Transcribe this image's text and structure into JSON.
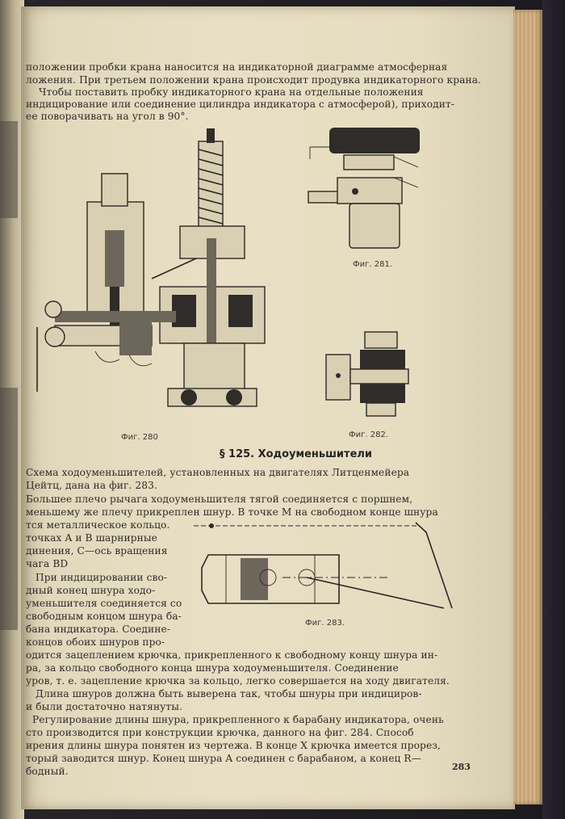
{
  "page": {
    "lines_top": [
      "положении пробки крана наносится на индикаторной диаграмме атмосферная",
      "ложения. При третьем положении крана происходит продувка индикаторного крана.",
      "Чтобы поставить пробку индикаторного крана на отдельные положения",
      "индицирование или соединение цилиндра индикатора с атмосферой), приходит-",
      "ее поворачивать на угол в 90°."
    ],
    "captions": {
      "fig280": "Фиг. 280",
      "fig281": "Фиг. 281.",
      "fig282": "Фиг. 282.",
      "fig283": "Фиг. 283."
    },
    "section_heading": "§ 125. Ходоуменьшители",
    "para_full": [
      "Схема ходоуменьшителей, установленных на двигателях Литценмейера",
      "Цейтц, дана на фиг. 283.",
      "Большее плечо рычага ходоуменьшителя тягой соединяется с поршнем,",
      "меньшему же плечу прикреплен шнур. В точке M на свободном конце шнура",
      "тся металлическое кольцо."
    ],
    "para_narrow": [
      "точках A и B шарнирные",
      "динения, C—ось вращения",
      "чага BD",
      "При индицировании сво-",
      "дный конец шнура ходо-",
      "уменьшителя соединяется со",
      "свободным концом шнура ба-",
      "бана индикатора. Соедине-",
      "концов обоих шнуров про-"
    ],
    "para_bottom": [
      "одится зацеплением крючка, прикрепленного к свободному концу шнура ин-",
      "ра, за кольцо свободного конца шнура ходоуменьшителя. Соединение",
      "уров, т. е. зацепление крючка за кольцо, легко совершается на ходу двигателя.",
      "Длина шнуров должна быть выверена так, чтобы шнуры при индициров-",
      "и были достаточно натянуты.",
      "Регулирование длины шнура, прикрепленного к барабану индикатора, очень",
      "сто производится при конструкции крючка, данного на фиг. 284. Способ",
      "ирения длины шнура понятен из чертежа. В конце X крючка имеется прорез,",
      "торый заводится шнур. Конец шнура A соединен с барабаном, а конец R—",
      "бодный."
    ],
    "page_number": "283"
  }
}
